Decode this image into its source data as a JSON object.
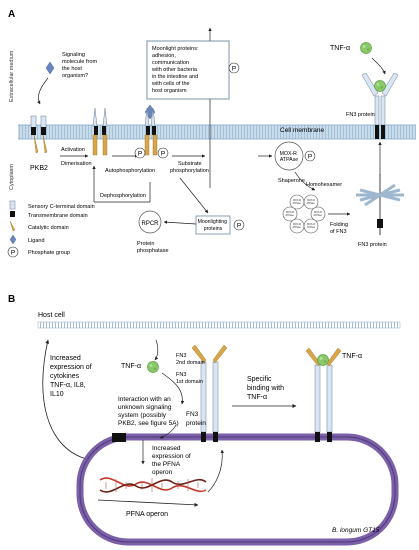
{
  "panel_a": {
    "letter": "A",
    "side_labels": {
      "extracellular": "Extracellular medium",
      "cytoplasm": "Cytoplasm"
    },
    "signaling_question": [
      "Signaling",
      "molecule from",
      "the host",
      "organism?"
    ],
    "moonlight_box": [
      "Moonlight proteins:",
      "adhesion,",
      "communication",
      "with other bacteria",
      "in the intestine and",
      "with cells of the",
      "host       organism"
    ],
    "phosphate": "P",
    "tnf": "TNF-α",
    "fn3_top": "FN3 protein",
    "membrane": "Cell membrane",
    "pkb2": "PKB2",
    "steps": {
      "activation": "Activation",
      "dimerisation": "Dimerisation",
      "autophosphorylation": "Autophosphorylation",
      "substrate": [
        "Substrate",
        "phosphorylation"
      ],
      "dephosphorylation": "Dephosphorylation",
      "moonlighting": [
        "Moonlighting",
        "proteins"
      ],
      "rpcr": "RPCR",
      "phosphatase": [
        "Protein",
        "phosphatase"
      ],
      "mox": [
        "MOX-R",
        "ATPAse"
      ],
      "shaperone": "Shaperone",
      "homohexamer": "Homohexamer",
      "hex_label": [
        "MOX-R",
        "ATPase"
      ],
      "folding": [
        "Folding",
        "of FN3"
      ],
      "fn3_bottom": "FN3 protein"
    },
    "legend": [
      {
        "label": "Sensory C-terminal domain",
        "icon": "sensory-domain"
      },
      {
        "label": "Transmembrane domain",
        "icon": "transmembrane-domain"
      },
      {
        "label": "Catalytic domain",
        "icon": "catalytic-domain"
      },
      {
        "label": "Ligand",
        "icon": "ligand"
      },
      {
        "label": "Phosphate group",
        "icon": "phosphate"
      }
    ]
  },
  "panel_b": {
    "letter": "B",
    "host_cell": "Host cell",
    "cytokines": [
      "Increased",
      "expression of",
      "cytokines",
      "TNF-α, IL8,",
      "IL10"
    ],
    "tnf": "TNF-α",
    "fn3_2nd": [
      "FN3",
      "2nd domain"
    ],
    "fn3_1st": [
      "FN3",
      "1st domain"
    ],
    "fn3_protein": [
      "FN3",
      "protein"
    ],
    "interaction": [
      "Interaction with an",
      "unknown signaling",
      "system (possibly",
      "PKB2, see figure 5A)"
    ],
    "specific": [
      "Specific",
      "binding with",
      "TNF-α"
    ],
    "tnf_right": "TNF-α",
    "pfna_expr": [
      "Increased",
      "expression of",
      "the PFNA",
      "operon"
    ],
    "pfna": "PFNA operon",
    "strain": "B. longum GT15"
  },
  "colors": {
    "membrane": "#b8d0e4",
    "sensory": "#d9e5f2",
    "catalytic": "#d9a54a",
    "transmembrane": "#111111",
    "ligand": "#6a86bd",
    "tnf": "#8ac96a",
    "cell_wall": "#7b5fa8",
    "dna_red": "#c0392b"
  }
}
